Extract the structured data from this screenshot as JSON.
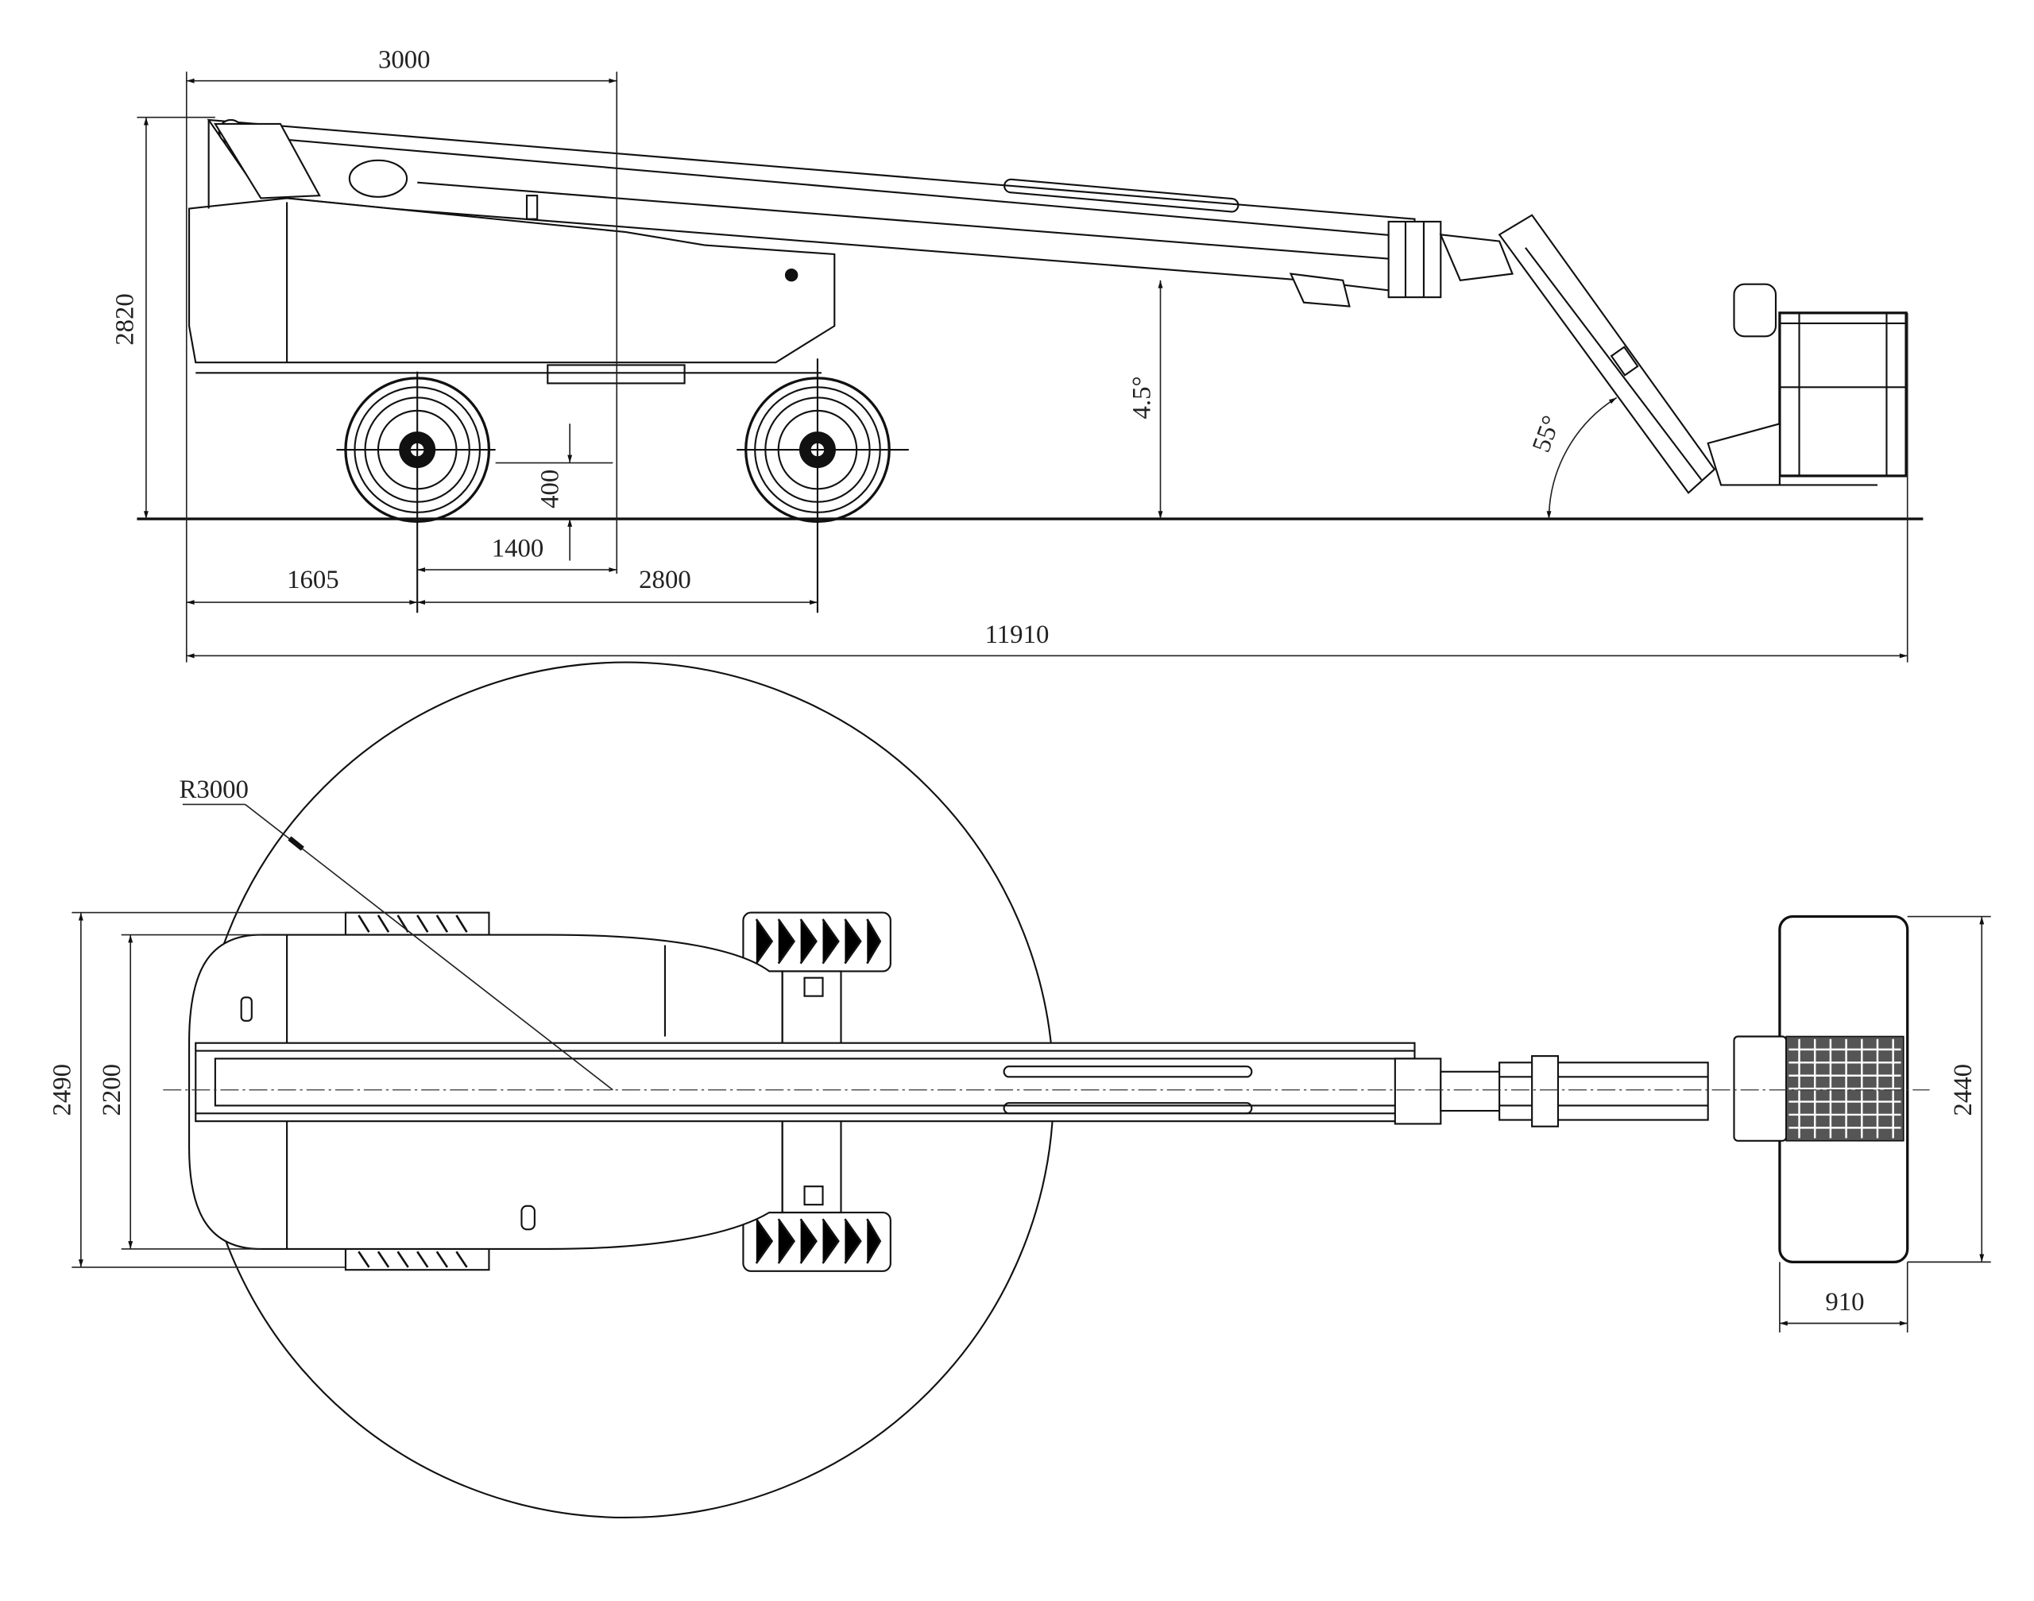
{
  "side_view": {
    "dims": {
      "top_length": "3000",
      "stowed_height": "2820",
      "boom_angle": "4.5°",
      "jib_angle": "55°",
      "ground_clearance": "400",
      "center_offset": "1400",
      "rear_overhang": "1605",
      "wheelbase": "2800",
      "overall_length": "11910"
    }
  },
  "top_view": {
    "dims": {
      "swing_radius": "R3000",
      "overall_width": "2490",
      "track_width": "2200",
      "platform_length": "2440",
      "platform_width": "910"
    }
  }
}
